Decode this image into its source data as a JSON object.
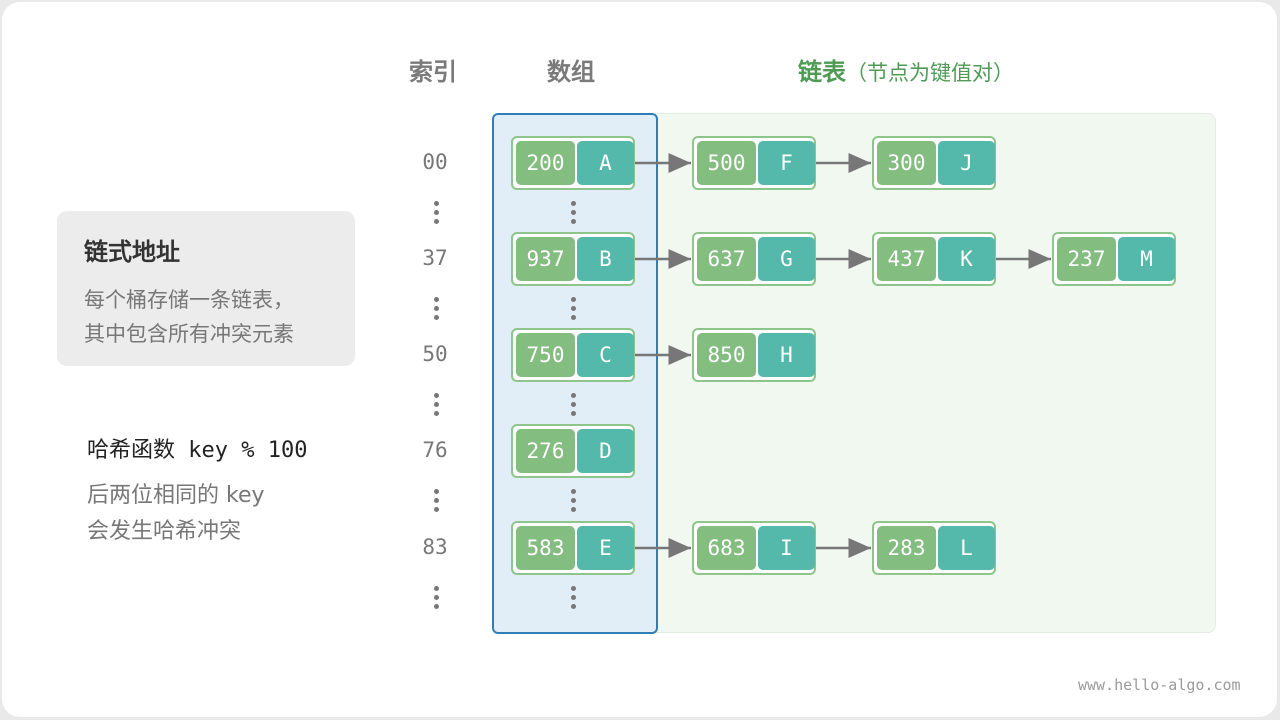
{
  "info": {
    "title": "链式地址",
    "line1": "每个桶存储一条链表，",
    "line2": "其中包含所有冲突元素"
  },
  "hash": {
    "title": "哈希函数 key % 100",
    "line1": "后两位相同的 key",
    "line2": "会发生哈希冲突"
  },
  "headers": {
    "index": "索引",
    "array": "数组",
    "list": "链表",
    "list_note": "（节点为键值对）"
  },
  "rows": [
    {
      "index": "00",
      "array": {
        "key": "200",
        "value": "A"
      },
      "list": [
        {
          "key": "500",
          "value": "F"
        },
        {
          "key": "300",
          "value": "J"
        }
      ]
    },
    {
      "index": "37",
      "array": {
        "key": "937",
        "value": "B"
      },
      "list": [
        {
          "key": "637",
          "value": "G"
        },
        {
          "key": "437",
          "value": "K"
        },
        {
          "key": "237",
          "value": "M"
        }
      ]
    },
    {
      "index": "50",
      "array": {
        "key": "750",
        "value": "C"
      },
      "list": [
        {
          "key": "850",
          "value": "H"
        }
      ]
    },
    {
      "index": "76",
      "array": {
        "key": "276",
        "value": "D"
      },
      "list": []
    },
    {
      "index": "83",
      "array": {
        "key": "583",
        "value": "E"
      },
      "list": [
        {
          "key": "683",
          "value": "I"
        },
        {
          "key": "283",
          "value": "L"
        }
      ]
    }
  ],
  "watermark": "www.hello-algo.com",
  "colors": {
    "key_fill": "#84bd80",
    "value_fill": "#54b9aa",
    "node_border": "#8dc58a",
    "array_border": "#2f7fb6",
    "list_title": "#4f9a55"
  }
}
